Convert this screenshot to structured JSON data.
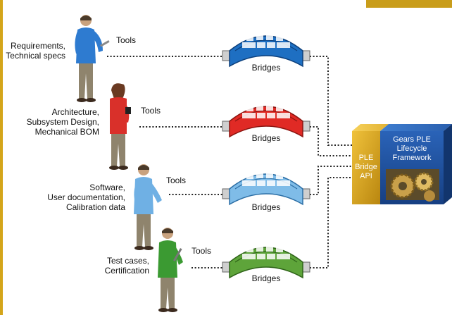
{
  "colors": {
    "frame": "#d4a51a",
    "blue_bridge": "#1e6fc2",
    "red_bridge": "#e02a25",
    "light_blue_bridge": "#7fbce8",
    "green_bridge": "#5ea43a",
    "ple_gold": "#d6a21b",
    "gears_blue": "#1f4f9e"
  },
  "rows": [
    {
      "role_lines": [
        "Requirements,",
        "Technical specs"
      ],
      "tools_label": "Tools",
      "bridge_label": "Bridges"
    },
    {
      "role_lines": [
        "Architecture,",
        "Subsystem Design,",
        "Mechanical BOM"
      ],
      "tools_label": "Tools",
      "bridge_label": "Bridges"
    },
    {
      "role_lines": [
        "Software,",
        "User documentation,",
        "Calibration data"
      ],
      "tools_label": "Tools",
      "bridge_label": "Bridges"
    },
    {
      "role_lines": [
        "Test cases,",
        "Certification"
      ],
      "tools_label": "Tools",
      "bridge_label": "Bridges"
    }
  ],
  "api_block": {
    "lines": [
      "PLE",
      "Bridge",
      "API"
    ]
  },
  "framework_block": {
    "lines": [
      "Gears PLE",
      "Lifecycle",
      "Framework"
    ]
  }
}
